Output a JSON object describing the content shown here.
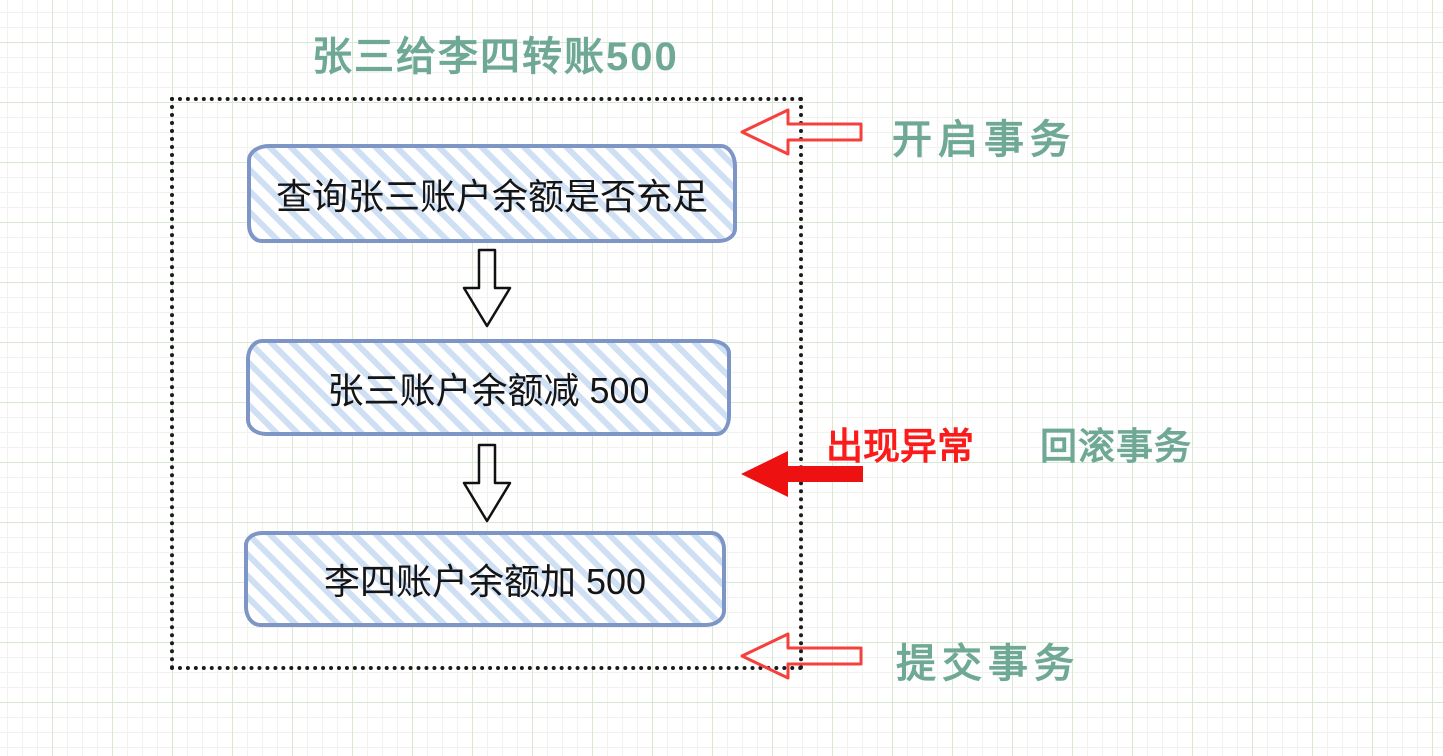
{
  "title": "张三给李四转账500",
  "flow": {
    "steps": [
      {
        "id": "check-balance",
        "label": "查询张三账户余额是否充足"
      },
      {
        "id": "debit-zhangsan",
        "label": "张三账户余额减 500"
      },
      {
        "id": "credit-lisi",
        "label": "李四账户余额加 500"
      }
    ]
  },
  "annotations": {
    "begin_transaction": "开启事务",
    "exception": "出现异常",
    "rollback_transaction": "回滚事务",
    "commit_transaction": "提交事务"
  },
  "colors": {
    "teal_label": "#6fa995",
    "red_label": "#fb1b1b",
    "arrow_outline_red": "#f5403d",
    "arrow_solid_red": "#ee1111",
    "down_arrow_stroke": "#111111",
    "box_border_blue": "#7d96c6",
    "box_stripe_blue": "#cfe0f5",
    "step_text": "#151515",
    "boundary_dots": "#1b1b1b",
    "grid_major": "#d9e7d5",
    "grid_minor": "#f1f2ee"
  }
}
